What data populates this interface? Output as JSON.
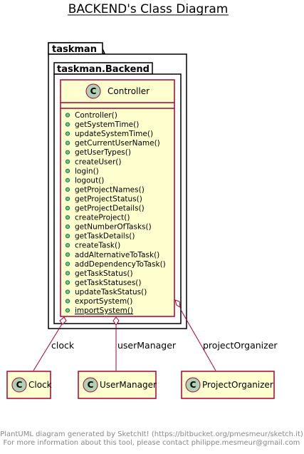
{
  "title": "BACKEND's Class Diagram",
  "packages": {
    "outer": "taskman",
    "inner": "taskman.Backend"
  },
  "colors": {
    "class_fill": "#FEFECE",
    "class_border": "#A80036",
    "circle_fill": "#ADD1B2",
    "line": "#A80036"
  },
  "controller": {
    "name": "Controller",
    "stereotype_letter": "C",
    "methods": [
      {
        "name": "Controller()",
        "underline": false
      },
      {
        "name": "getSystemTime()",
        "underline": false
      },
      {
        "name": "updateSystemTime()",
        "underline": false
      },
      {
        "name": "getCurrentUserName()",
        "underline": false
      },
      {
        "name": "getUserTypes()",
        "underline": false
      },
      {
        "name": "createUser()",
        "underline": false
      },
      {
        "name": "login()",
        "underline": false
      },
      {
        "name": "logout()",
        "underline": false
      },
      {
        "name": "getProjectNames()",
        "underline": false
      },
      {
        "name": "getProjectStatus()",
        "underline": false
      },
      {
        "name": "getProjectDetails()",
        "underline": false
      },
      {
        "name": "createProject()",
        "underline": false
      },
      {
        "name": "getNumberOfTasks()",
        "underline": false
      },
      {
        "name": "getTaskDetails()",
        "underline": false
      },
      {
        "name": "createTask()",
        "underline": false
      },
      {
        "name": "addAlternativeToTask()",
        "underline": false
      },
      {
        "name": "addDependencyToTask()",
        "underline": false
      },
      {
        "name": "getTaskStatus()",
        "underline": false
      },
      {
        "name": "getTaskStatuses()",
        "underline": false
      },
      {
        "name": "updateTaskStatus()",
        "underline": false
      },
      {
        "name": "exportSystem()",
        "underline": false
      },
      {
        "name": "importSystem()",
        "underline": true
      }
    ]
  },
  "classes": [
    {
      "name": "Clock",
      "letter": "C"
    },
    {
      "name": "UserManager",
      "letter": "C"
    },
    {
      "name": "ProjectOrganizer",
      "letter": "C"
    }
  ],
  "edges": [
    {
      "label": "clock",
      "kind": "aggregation"
    },
    {
      "label": "userManager",
      "kind": "aggregation"
    },
    {
      "label": "projectOrganizer",
      "kind": "aggregation"
    }
  ],
  "footer": {
    "line1": "PlantUML diagram generated by SketchIt! (https://bitbucket.org/pmesmeur/sketch.it)",
    "line2": "For more information about this tool, please contact philippe.mesmeur@gmail.com"
  }
}
